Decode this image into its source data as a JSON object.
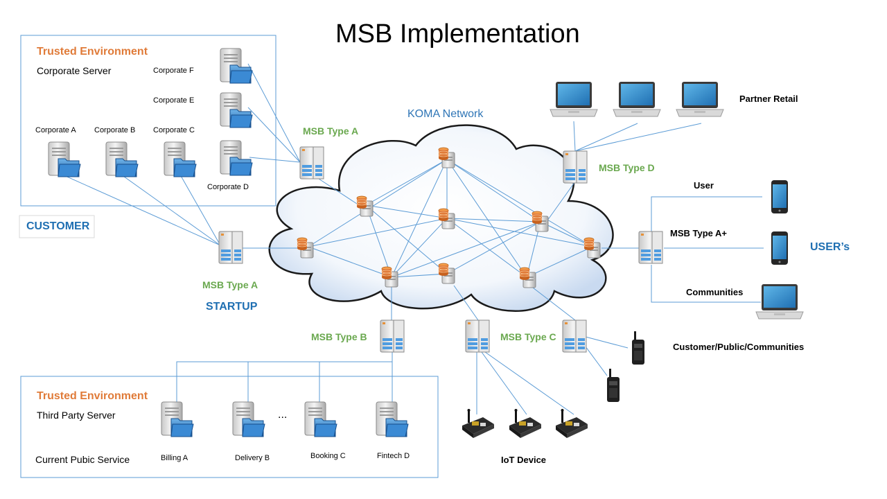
{
  "title": "MSB Implementation",
  "cloud_label": "KOMA Network",
  "trusted_top": {
    "heading": "Trusted Environment",
    "subheading": "Corporate Server",
    "servers": [
      "Corporate A",
      "Corporate B",
      "Corporate C",
      "Corporate D",
      "Corporate E",
      "Corporate F"
    ]
  },
  "customer_label": "CUSTOMER",
  "startup_label": "STARTUP",
  "msb": {
    "type_a_top": "MSB Type A",
    "type_a_left": "MSB Type A",
    "type_b": "MSB Type B",
    "type_c": "MSB Type C",
    "type_d": "MSB Type D",
    "type_a_plus": "MSB Type A+"
  },
  "partner_retail": "Partner Retail",
  "users_side": {
    "user": "User",
    "communities": "Communities",
    "users_label": "USER’s"
  },
  "customer_public": "Customer/Public/Communities",
  "iot_label": "IoT Device",
  "trusted_bottom": {
    "heading": "Trusted Environment",
    "subheading": "Third Party Server",
    "current_service": "Current Pubic Service",
    "ellipsis": "...",
    "servers": [
      "Billing A",
      "Delivery B",
      "Booking C",
      "Fintech D"
    ]
  },
  "colors": {
    "line": "#5b9bd5",
    "orange": "#e07b39",
    "green": "#6aa84f",
    "blue": "#1f6fb2",
    "box_border": "#5b9bd5"
  },
  "icons": {
    "corporate_server": "server-folder-icon",
    "msb_server": "msb-server-icon",
    "network_node": "database-node-icon",
    "laptop": "laptop-icon",
    "phone": "smartphone-icon",
    "radio": "walkie-talkie-icon",
    "iot": "iot-board-icon"
  }
}
